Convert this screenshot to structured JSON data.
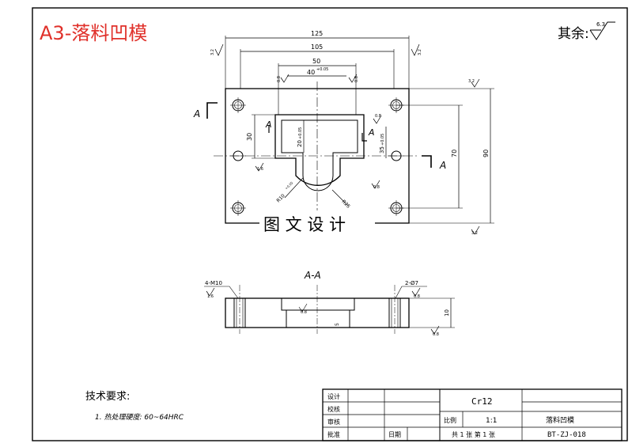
{
  "header": {
    "title": "A3-落料凹模",
    "title_color": "#e0302a",
    "roughness_note": "其余:",
    "roughness_value": "6.3"
  },
  "dimensions": {
    "d125": "125",
    "d105": "105",
    "d50": "50",
    "d40": "40",
    "d40_tol": "+0.05",
    "d30": "30",
    "d70": "70",
    "d90": "90",
    "d20": "20",
    "d20_tol": "+0.05",
    "d35": "35",
    "d35_tol": "+0.05",
    "r10": "R10",
    "r10_tol": "+0.05",
    "r25": "R25",
    "d10": "10",
    "d5": "5",
    "thread": "4-M10",
    "holes": "2-Ø7"
  },
  "roughness_marks": {
    "r32": "3.2",
    "r16": "1.6",
    "r08": "0.8"
  },
  "section": {
    "cut_label": "A",
    "view_title": "A-A"
  },
  "watermark": "图 文 设 计",
  "notes": {
    "heading": "技术要求:",
    "item1": "1. 热处理硬度: 60~64HRC"
  },
  "title_block": {
    "design": "设计",
    "check": "校核",
    "review": "审核",
    "approve": "批准",
    "date": "日期",
    "material": "Cr12",
    "scale_label": "比例",
    "scale": "1:1",
    "part_name": "落料凹模",
    "sheets": "共 1 张  第 1 张",
    "drawing_no": "BT-ZJ-018"
  }
}
